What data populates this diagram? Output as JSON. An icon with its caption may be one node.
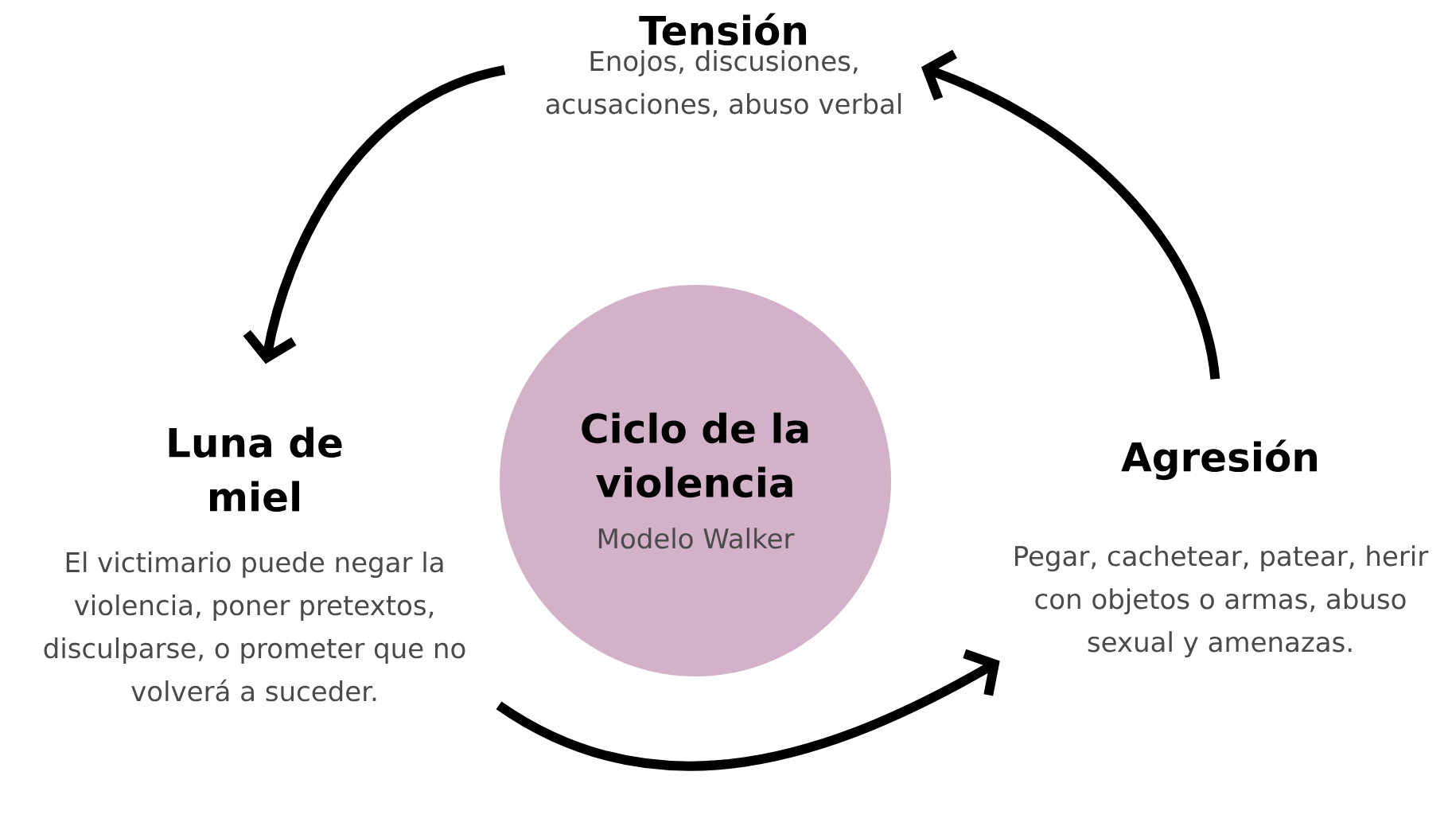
{
  "diagram": {
    "nodes": [
      {
        "text": [
          "Tensión",
          "Enojos, discusiones, acusaciones, abuso verbal"
        ]
      },
      {
        "text": [
          "Ciclo de la violencia",
          "Modelo Walker"
        ]
      },
      {
        "text": [
          "Luna de miel",
          "El victimario puede negar la violencia, poner pretextos, disculparse, o prometer que no volverá a suceder."
        ]
      },
      {
        "text": [
          "Agresión",
          "Pegar, cachetear, patear, herir con objetos o armas, abuso sexual y amenazas."
        ]
      }
    ],
    "edges": [
      {
        "from": 0,
        "to": 2,
        "arrow": "to"
      },
      {
        "from": 2,
        "to": 3,
        "arrow": "to"
      },
      {
        "from": 3,
        "to": 0,
        "arrow": "to"
      }
    ]
  }
}
